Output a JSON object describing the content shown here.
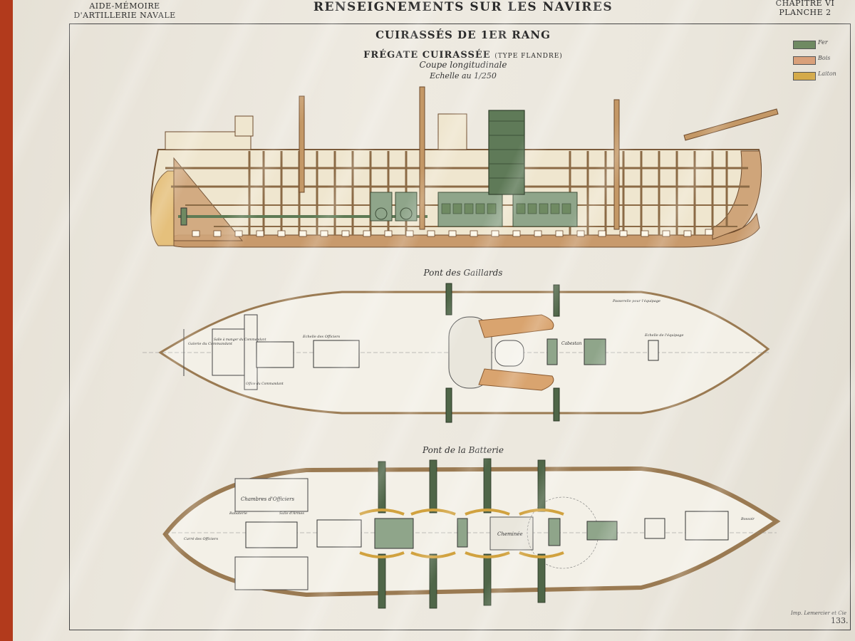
{
  "header": {
    "left": "AIDE-MÉMOIRE\nD'ARTILLERIE NAVALE",
    "center": "RENSEIGNEMENTS SUR LES NAVIRES",
    "right": "CHAPITRE VI\nPLANCHE 2"
  },
  "titles": {
    "class_name": "CUIRASSÉS DE 1ER RANG",
    "ship_name": "FRÉGATE CUIRASSÉE",
    "ship_type": "(TYPE FLANDRE)",
    "section": "Coupe longitudinale",
    "scale": "Echelle au 1/250"
  },
  "legend": [
    {
      "label": "Fer",
      "color": "#6f8a62"
    },
    {
      "label": "Bois",
      "color": "#d9a07a"
    },
    {
      "label": "Laiton",
      "color": "#d4aa4a"
    }
  ],
  "views": {
    "upper_deck": {
      "caption": "Pont des Gaillards",
      "labels": {
        "gallery": "Galerie du Commandant",
        "salon": "Salle à manger du Commandant",
        "office": "Office du Commandant",
        "ladder_officers": "Echelle des Officiers",
        "capstan": "Cabestan",
        "ladder_crew": "Echelle de l'équipage",
        "passage": "Passerelle pour l'équipage"
      }
    },
    "battery_deck": {
      "caption": "Pont de la Batterie",
      "labels": {
        "cabins": "Chambres d'Officiers",
        "pantry": "Rabaterie",
        "wardroom": "Carré des Officiers",
        "arms": "Salle d'Armes",
        "chimney": "Cheminée",
        "bow": "Bossoir"
      }
    }
  },
  "footer": {
    "printer": "Imp. Lemercier et Cie",
    "page": "133."
  }
}
